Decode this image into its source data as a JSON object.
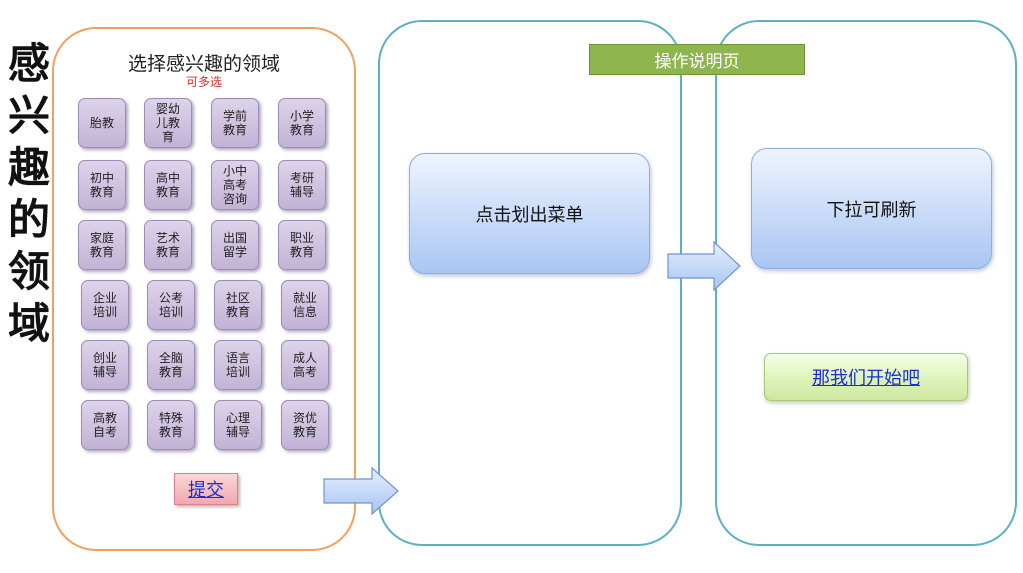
{
  "side_title": "感兴趣的领域",
  "selection": {
    "title": "选择感兴趣的领域",
    "subtitle": "可多选",
    "chips": [
      "胎教",
      "婴幼儿教育",
      "学前教育",
      "小学教育",
      "初中教育",
      "高中教育",
      "小中高考咨询",
      "考研辅导",
      "家庭教育",
      "艺术教育",
      "出国留学",
      "职业教育",
      "企业培训",
      "公考培训",
      "社区教育",
      "就业信息",
      "创业辅导",
      "全脑教育",
      "语言培训",
      "成人高考",
      "高教自考",
      "特殊教育",
      "心理辅导",
      "资优教育"
    ],
    "submit_label": "提交"
  },
  "instructions": {
    "banner": "操作说明页",
    "menu_hint": "点击划出菜单",
    "refresh_hint": "下拉可刷新",
    "start_label": "那我们开始吧"
  },
  "colors": {
    "left_panel_border": "#f0a060",
    "right_panel_border": "#5ab1c4",
    "chip_fill": "#c9bbdc",
    "banner_fill": "#8fb54e",
    "link_color": "#1a2fd0"
  }
}
